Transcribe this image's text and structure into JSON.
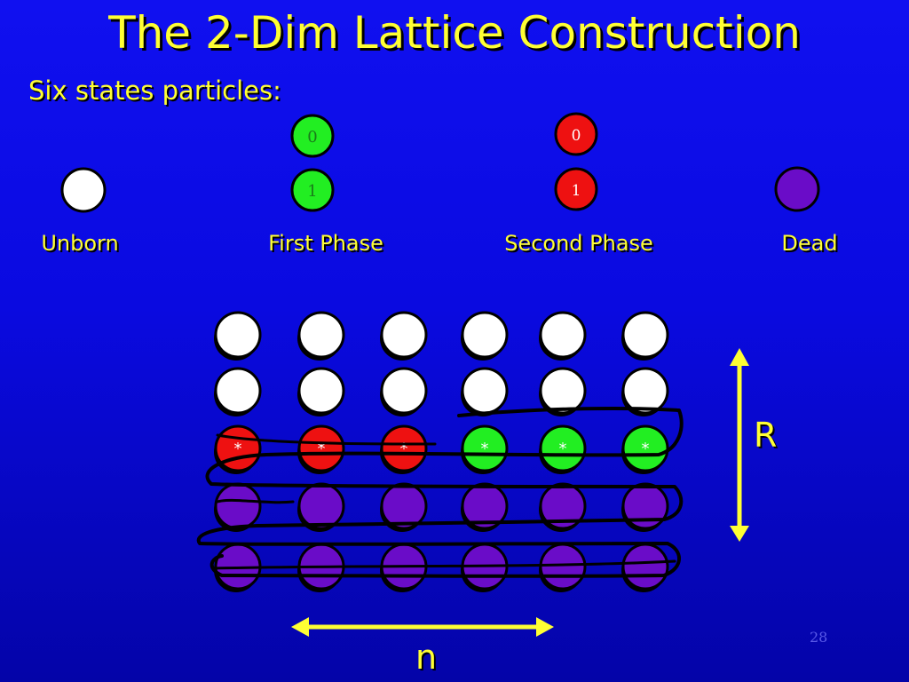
{
  "slide": {
    "title": "The 2-Dim Lattice Construction",
    "subtitle": "Six states particles:",
    "page_number": "28"
  },
  "legend": {
    "unborn_label": "Unborn",
    "first_phase_label": "First Phase",
    "second_phase_label": "Second Phase",
    "dead_label": "Dead",
    "first_phase_top": "0",
    "first_phase_bottom": "1",
    "second_phase_top": "0",
    "second_phase_bottom": "1"
  },
  "lattice": {
    "columns": 6,
    "rows": [
      [
        "unborn",
        "unborn",
        "unborn",
        "unborn",
        "unborn",
        "unborn"
      ],
      [
        "unborn",
        "unborn",
        "unborn",
        "unborn",
        "unborn",
        "unborn"
      ],
      [
        "second",
        "second",
        "second",
        "first",
        "first",
        "first"
      ],
      [
        "dead",
        "dead",
        "dead",
        "dead",
        "dead",
        "dead"
      ],
      [
        "dead",
        "dead",
        "dead",
        "dead",
        "dead",
        "dead"
      ]
    ],
    "marker": "*",
    "marked_row": 2
  },
  "axes": {
    "row_axis_label": "R",
    "column_axis_label": "n"
  },
  "colors": {
    "unborn": "#ffffff",
    "first": "#22ee22",
    "second": "#ee1111",
    "dead": "#6a0cc8",
    "accent": "#ffff33"
  }
}
